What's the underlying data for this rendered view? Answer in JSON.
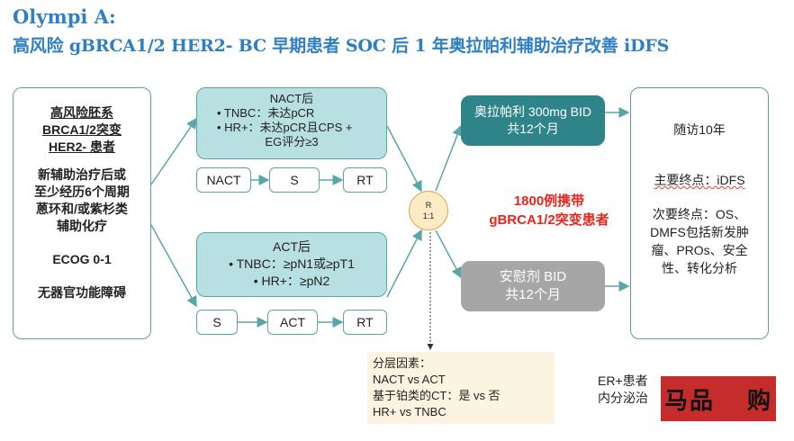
{
  "title": {
    "line1": "Olympi A:",
    "line2": "高风险 gBRCA1/2 HER2- BC 早期患者 SOC 后 1 年奥拉帕利辅助治疗改善 iDFS"
  },
  "population": {
    "line1": "高风险胚系",
    "line2": "BRCA1/2突变",
    "line3": "HER2- 患者",
    "line4": "新辅助治疗后或",
    "line5": "至少经历6个周期",
    "line6": "蒽环和/或紫杉类",
    "line7": "辅助化疗",
    "line8": "ECOG 0-1",
    "line9": "无器官功能障碍"
  },
  "nact": {
    "title": "NACT后",
    "item1": "•  TNBC：未达pCR",
    "item2": "•  HR+：未达pCR且CPS +",
    "item3": "EG评分≥3",
    "step1": "NACT",
    "step2": "S",
    "step3": "RT"
  },
  "act": {
    "title": "ACT后",
    "item1": "•  TNBC：≥pN1或≥pT1",
    "item2": "•  HR+：≥pN2",
    "step1": "S",
    "step2": "ACT",
    "step3": "RT"
  },
  "randomization": {
    "label": "R",
    "ratio": "1:1"
  },
  "sample": {
    "line1": "1800例携带",
    "line2": "gBRCA1/2突变患者"
  },
  "arms": {
    "olaparib_line1": "奥拉帕利 300mg BID",
    "olaparib_line2": "共12个月",
    "placebo_line1": "安慰剂 BID",
    "placebo_line2": "共12个月"
  },
  "endpoints": {
    "followup": "随访10年",
    "primary": "主要终点：iDFS",
    "secondary1": "次要终点：OS、",
    "secondary2": "DMFS包括新发肿",
    "secondary3": "瘤、PROs、安全",
    "secondary4": "性、转化分析"
  },
  "stratification": {
    "title": "分层因素：",
    "item1": "NACT vs ACT",
    "item2": "基于铂类的CT：是 vs 否",
    "item3": "HR+ vs TNBC"
  },
  "note": {
    "line1": "ER+患者",
    "line2": "内分泌治"
  },
  "watermark": {
    "text1": "马品",
    "text2": "购"
  },
  "colors": {
    "title": "#2f7fc4",
    "teal_fill": "#b8dfe2",
    "teal_border": "#5aa6a6",
    "olaparib_arm": "#2f8489",
    "placebo_arm": "#a6a6a6",
    "highlight_red": "#e8241c",
    "strat_bg": "#fdf3e1",
    "watermark_bg": "#c72c2c"
  }
}
